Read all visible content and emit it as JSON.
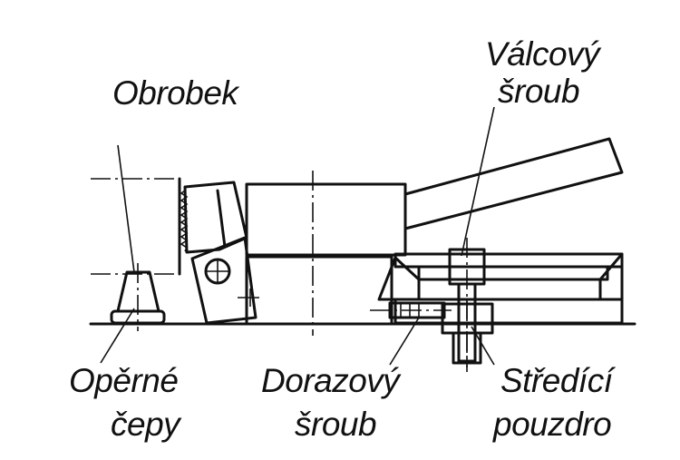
{
  "labels": {
    "obrobek": "Obrobek",
    "valcovy_line1": "Válcový",
    "valcovy_line2": "šroub",
    "operne_line1": "Opěrné",
    "operne_line2": "čepy",
    "dorazovy_line1": "Dorazový",
    "dorazovy_line2": "šroub",
    "stredici_line1": "Středící",
    "stredici_line2": "pouzdro"
  }
}
